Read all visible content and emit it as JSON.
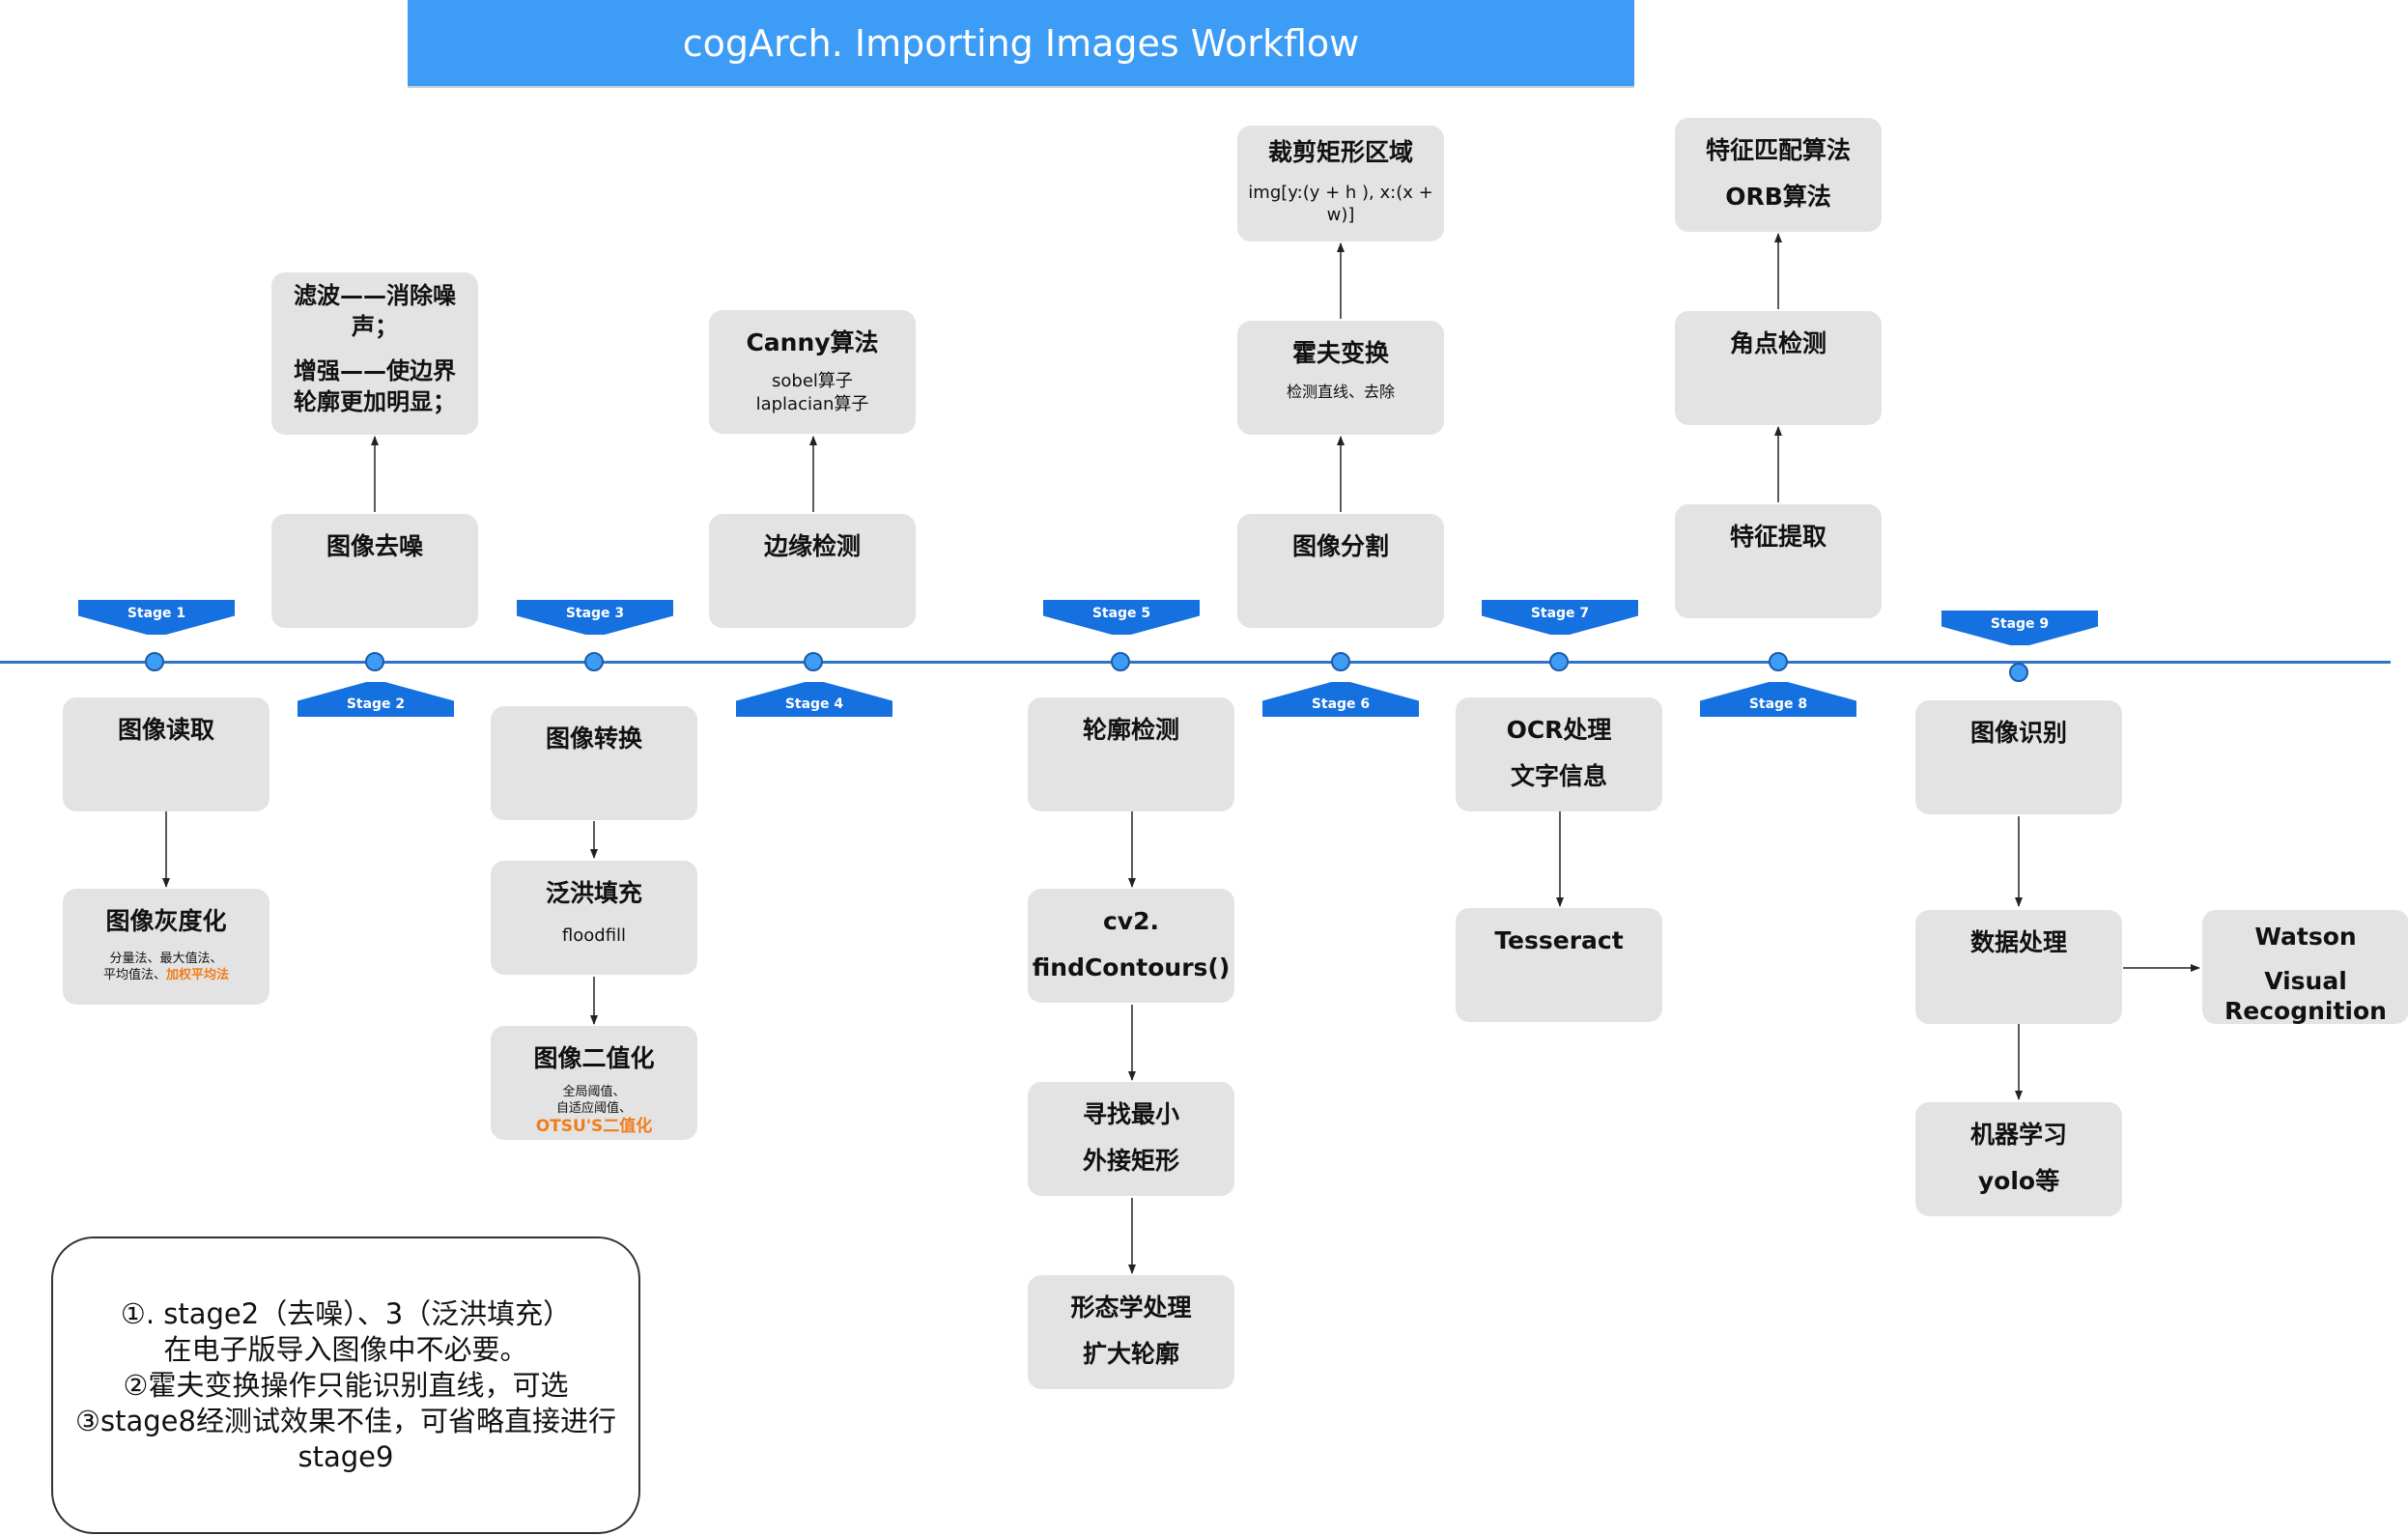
{
  "title": "cogArch. Importing Images Workflow",
  "stages": {
    "s1": "Stage 1",
    "s2": "Stage 2",
    "s3": "Stage 3",
    "s4": "Stage 4",
    "s5": "Stage 5",
    "s6": "Stage 6",
    "s7": "Stage 7",
    "s8": "Stage 8",
    "s9": "Stage 9"
  },
  "nodes": {
    "read": "图像读取",
    "gray": {
      "title": "图像灰度化",
      "line1": "分量法、最大值法、",
      "line2_prefix": "平均值法、",
      "line2_highlight": "加权平均法"
    },
    "denoise": "图像去噪",
    "filter": {
      "line1": "滤波——消除噪",
      "line2": "声；",
      "line3": "增强——使边界",
      "line4": "轮廓更加明显；"
    },
    "convert": "图像转换",
    "floodfill": {
      "title": "泛洪填充",
      "sub": "floodfill"
    },
    "binarize": {
      "title": "图像二值化",
      "line1": "全局阈值、",
      "line2": "自适应阈值、",
      "highlight": "OTSU'S二值化"
    },
    "edge": "边缘检测",
    "canny": {
      "title": "Canny算法",
      "line1": "sobel算子",
      "line2": "laplacian算子"
    },
    "contour": "轮廓检测",
    "findcontours": {
      "line1": "cv2.",
      "line2": "findContours()"
    },
    "minrect": {
      "line1": "寻找最小",
      "line2": "外接矩形"
    },
    "morph": {
      "line1": "形态学处理",
      "line2": "扩大轮廓"
    },
    "segment": "图像分割",
    "hough": {
      "title": "霍夫变换",
      "sub": "检测直线、去除"
    },
    "crop": {
      "title": "裁剪矩形区域",
      "line1": "img[y:(y + h ), x:(x +",
      "line2": "w)]"
    },
    "ocr": {
      "line1": "OCR处理",
      "line2": "文字信息"
    },
    "tesseract": "Tesseract",
    "feature": "特征提取",
    "corner": "角点检测",
    "match": {
      "line1": "特征匹配算法",
      "line2": "ORB算法"
    },
    "recognize": "图像识别",
    "dataproc": "数据处理",
    "watson": {
      "line1": "Watson",
      "line2": "Visual",
      "line3": "Recognition"
    },
    "ml": {
      "line1": "机器学习",
      "line2": "yolo等"
    }
  },
  "note": {
    "line1": "①. stage2（去噪）、3（泛洪填充）",
    "line2": "在电子版导入图像中不必要。",
    "line3": "②霍夫变换操作只能识别直线，可选",
    "line4": "③stage8经测试效果不佳，可省略直接进行",
    "line5": "stage9"
  },
  "colors": {
    "title_bg": "#3d9cf5",
    "stage_flag": "#1570e0",
    "timeline": "#2f73c8",
    "box_bg": "#e3e3e3",
    "highlight": "#f07d1a"
  }
}
